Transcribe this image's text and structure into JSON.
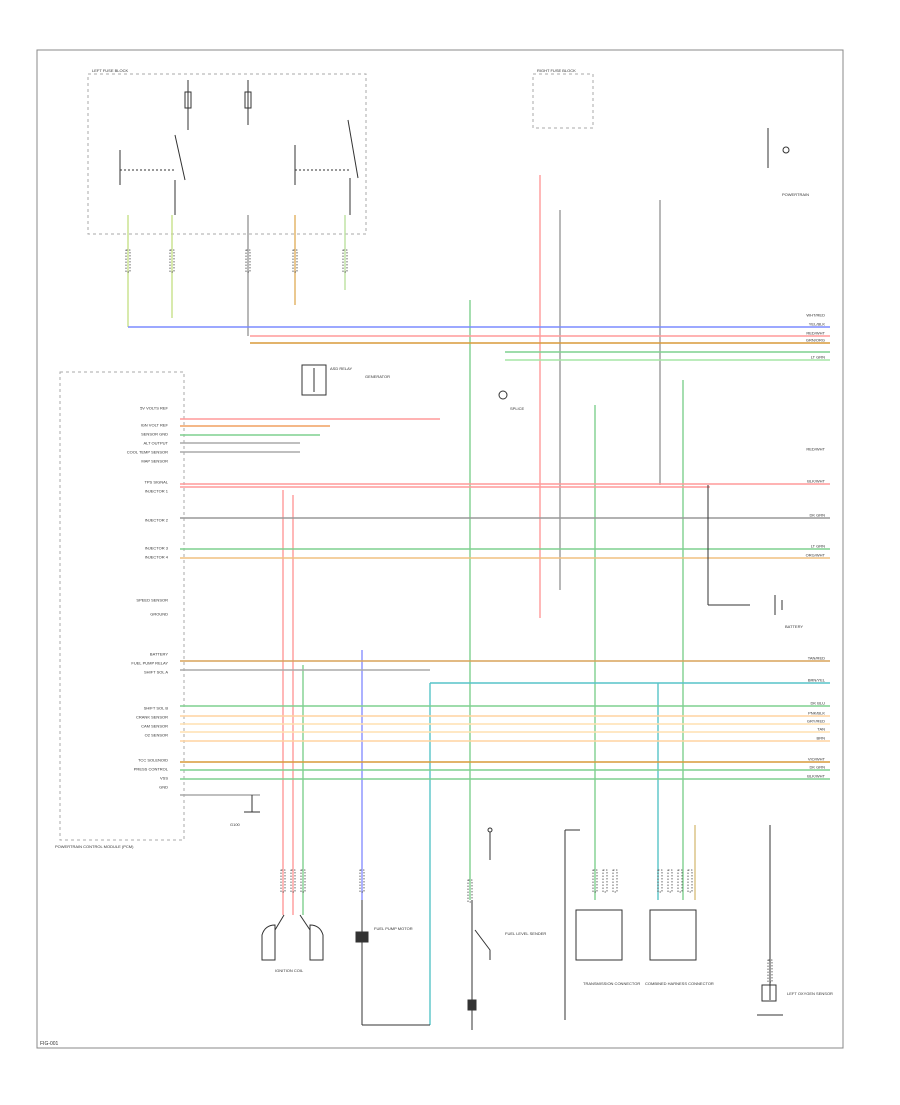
{
  "diagram": {
    "footer_code": "FIG-001",
    "top_left_box_label": "LEFT FUSE BLOCK",
    "top_mid_box_label": "RIGHT FUSE BLOCK",
    "right_top_label": "POWERTRAIN",
    "pcm_title": "POWERTRAIN CONTROL MODULE (PCM)",
    "pin_labels": [
      "5V VOLTS REF",
      "IGN VOLT REF",
      "SENSOR GND",
      "ALT OUTPUT",
      "COOL TEMP SENSOR",
      "MAP SENSOR",
      "TPS SIGNAL",
      "INJECTOR 1",
      "INJECTOR 2",
      "INJECTOR 3",
      "INJECTOR 4",
      "SPEED SENSOR",
      "GROUND",
      "BATTERY",
      "FUEL PUMP RELAY",
      "SHIFT SOL A",
      "SHIFT SOL B",
      "CRANK SENSOR",
      "CAM SENSOR",
      "O2 SENSOR",
      "TCC SOLENOID",
      "PRESS CONTROL",
      "VSS",
      "GND"
    ],
    "right_wire_labels": [
      "WHT/RED",
      "YEL/BLK",
      "RED/WHT",
      "GRN/ORG",
      "LT GRN",
      "RED/WHT",
      "BLK/WHT",
      "DK GRN",
      "LT GRN",
      "ORG/WHT",
      "TAN/RED",
      "BRN/YEL",
      "DK BLU",
      "PNK/BLK",
      "GRY/RED",
      "TAN",
      "BRN",
      "VIO/WHT",
      "DK GRN",
      "BLK/WHT"
    ],
    "component_labels": {
      "relay": "ASD RELAY",
      "generator": "GENERATOR",
      "junction": "SPLICE",
      "battery": "BATTERY",
      "ground_left": "G100",
      "coil": "IGNITION COIL",
      "fuel_pump": "FUEL PUMP MOTOR",
      "fuel_sender": "FUEL LEVEL SENDER",
      "connector_a": "TRANSMISSION CONNECTOR",
      "connector_b": "COMBINED HARNESS CONNECTOR",
      "sensor_right": "LEFT OXYGEN SENSOR"
    }
  }
}
